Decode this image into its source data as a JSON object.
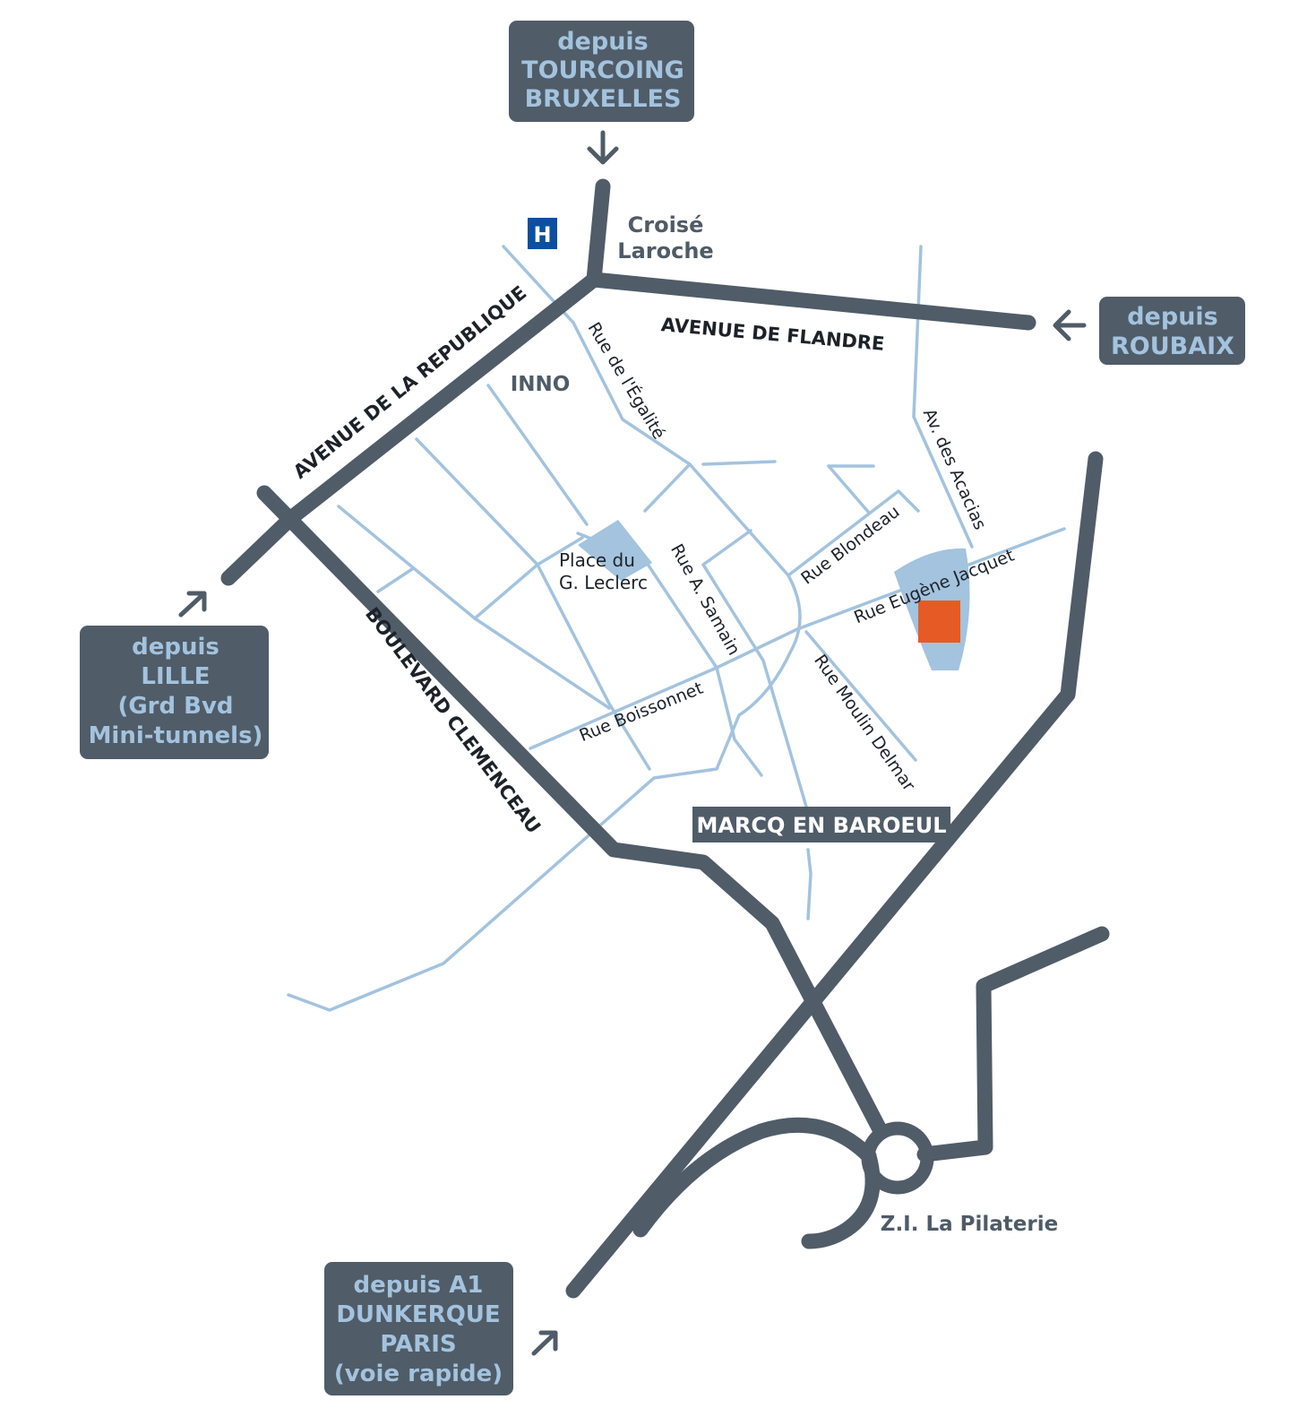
{
  "colors": {
    "major_road": "#505c68",
    "minor_road": "#a3c3de",
    "label_box": "#505c68",
    "label_box_text": "#a3c3de",
    "destination": "#e65b25",
    "hospital": "#0b4fa0"
  },
  "origins": {
    "tourcoing": {
      "line1": "depuis",
      "line2": "TOURCOING",
      "line3": "BRUXELLES"
    },
    "roubaix": {
      "line1": "depuis",
      "line2": "ROUBAIX"
    },
    "lille": {
      "line1": "depuis",
      "line2": "LILLE",
      "line3": "(Grd Bvd",
      "line4": "Mini-tunnels)"
    },
    "a1": {
      "line1": "depuis A1",
      "line2": "DUNKERQUE",
      "line3": "PARIS",
      "line4": "(voie rapide)"
    }
  },
  "major_roads": {
    "republique": "AVENUE DE LA REPUBLIQUE",
    "flandre": "AVENUE DE FLANDRE",
    "clemenceau": "BOULEVARD CLEMENCEAU"
  },
  "streets": {
    "egalite": "Rue de l'Égalité",
    "acacias": "Av. des Acacias",
    "blondeau": "Rue Blondeau",
    "jacquet": "Rue Eugène Jacquet",
    "samain": "Rue A. Samain",
    "boissonnet": "Rue Boissonnet",
    "moulin": "Rue Moulin Delmar"
  },
  "places": {
    "croise_line1": "Croisé",
    "croise_line2": "Laroche",
    "inno": "INNO",
    "leclerc_line1": "Place du",
    "leclerc_line2": "G. Leclerc",
    "marcq": "MARCQ EN BAROEUL",
    "pilaterie": "Z.I. La Pilaterie",
    "hospital": "H"
  },
  "icons": {
    "hospital": "hospital-icon",
    "destination": "destination-marker-icon",
    "arrow": "arrow-icon"
  }
}
